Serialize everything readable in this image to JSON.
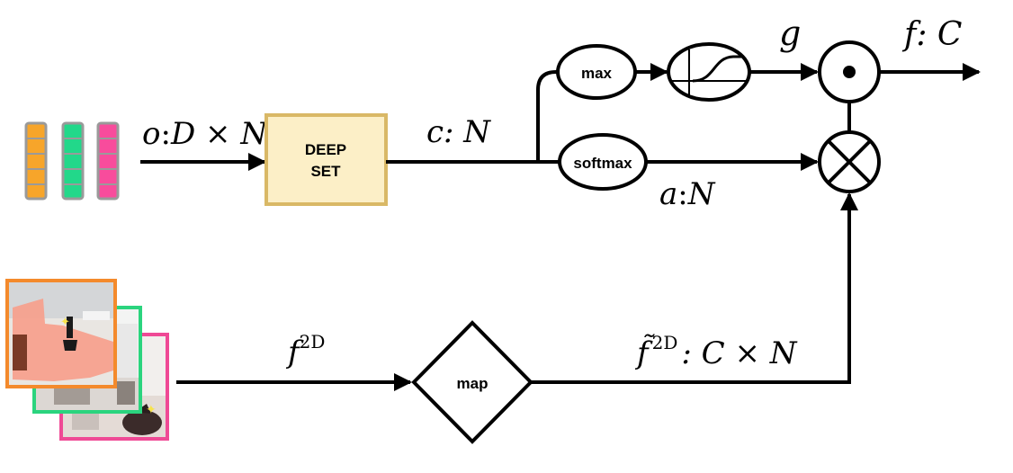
{
  "inputs": {
    "object_columns": [
      {
        "color": "#f7a52a",
        "cells": 5
      },
      {
        "color": "#22d88a",
        "cells": 5
      },
      {
        "color": "#f84c9c",
        "cells": 5
      }
    ],
    "object_label": {
      "var": "o",
      "sep": ":",
      "dims": "D × N"
    },
    "image_frame_colors": [
      "#f48a2c",
      "#2bd47e",
      "#ef4995"
    ],
    "image_label": {
      "base": "f",
      "sup": "2D"
    }
  },
  "nodes": {
    "deepset": {
      "line1": "DEEP",
      "line2": "SET",
      "fill": "#fcefc7",
      "stroke": "#d9b866"
    },
    "max": "max",
    "softmax": "softmax",
    "map": "map",
    "dot": "•",
    "otimes": "×"
  },
  "edges": {
    "c_label": "c: N",
    "g_label": "g",
    "a_label": {
      "var": "a",
      "sep": ":",
      "dims": "N"
    },
    "ftilde_label": {
      "base": "f̃",
      "sup": "2D",
      "dims": ": C × N"
    },
    "output_label": "f: C"
  }
}
